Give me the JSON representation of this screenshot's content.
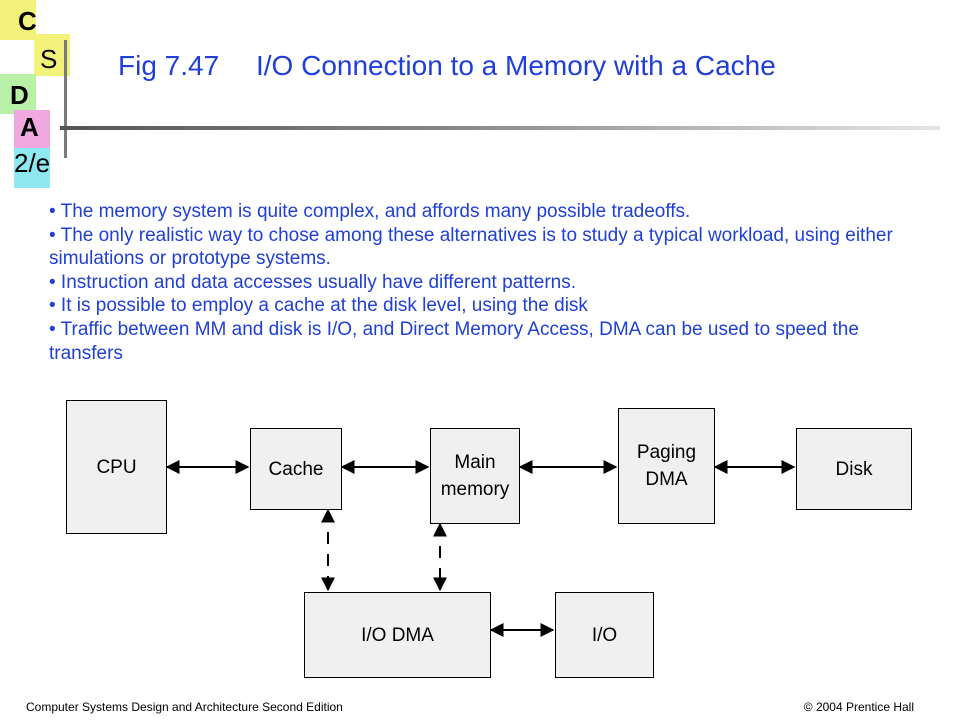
{
  "logo": {
    "letters": [
      "C",
      "S",
      "D",
      "A",
      "2/e"
    ]
  },
  "slide": {
    "figure_number": "Fig 7.47",
    "title": "I/O Connection to a Memory with a Cache"
  },
  "bullets": [
    "• The memory system is quite complex, and affords many possible tradeoffs.",
    "• The only realistic way to chose among these alternatives is to study a typical workload, using either simulations or prototype systems.",
    "• Instruction and data accesses usually have different patterns.",
    "• It is possible to employ a cache at the disk level, using the disk",
    "• Traffic between MM and disk is I/O, and Direct Memory Access, DMA can be used to speed the transfers"
  ],
  "diagram": {
    "boxes": {
      "cpu": "CPU",
      "cache": "Cache",
      "main_memory": "Main\nmemory",
      "paging_dma": "Paging\nDMA",
      "disk": "Disk",
      "io_dma": "I/O DMA",
      "io": "I/O"
    },
    "colors": {
      "box_fill": "#f0f0f0",
      "box_border": "#000000"
    }
  },
  "footer": {
    "left": "Computer Systems Design and Architecture Second Edition",
    "right": "© 2004 Prentice Hall"
  },
  "colors": {
    "title": "#1f3fd6",
    "body_text": "#1f3fd6"
  }
}
